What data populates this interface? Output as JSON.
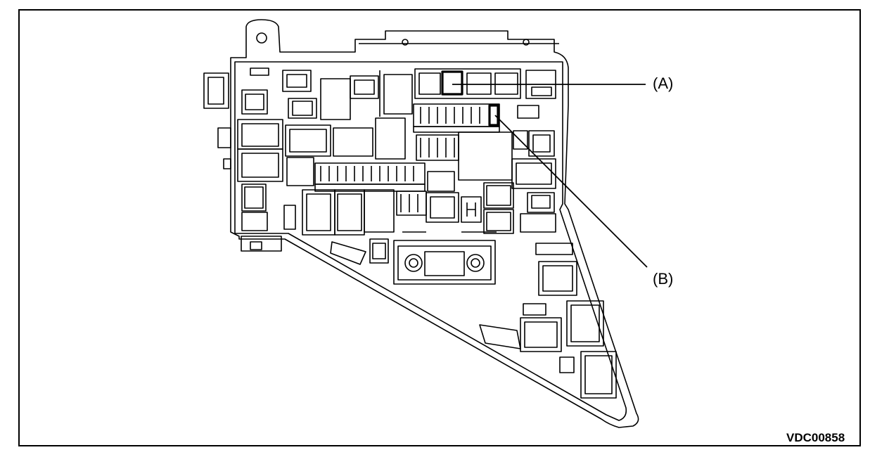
{
  "callouts": {
    "a": "(A)",
    "b": "(B)"
  },
  "figure_code": "VDC00858",
  "colors": {
    "line": "#000000",
    "background": "#ffffff"
  }
}
